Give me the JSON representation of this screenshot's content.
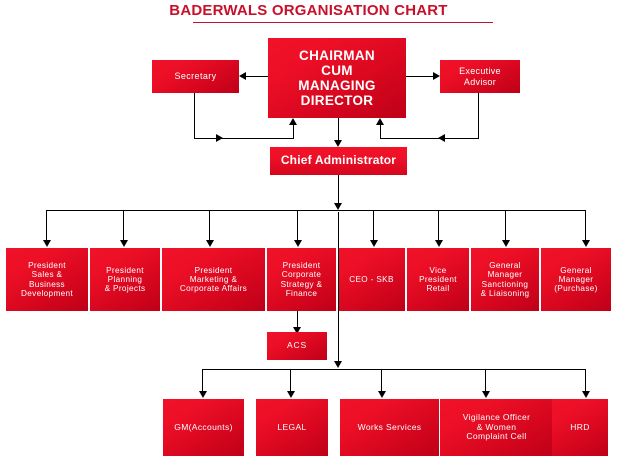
{
  "title": {
    "text": "BADERWALS ORGANISATION CHART",
    "color": "#C9102B",
    "underlined": "true"
  },
  "theme": {
    "node_fill_top": "#F21329",
    "node_fill_bottom": "#BE0018",
    "node_text_color": "#FFFFFF",
    "connector_color": "#000000",
    "background": "#FFFFFF"
  },
  "nodes": {
    "chairman": "CHAIRMAN\nCUM\nMANAGING\nDIRECTOR",
    "secretary": "Secretary",
    "executive_advisor": "Executive\nAdvisor",
    "chief_administrator": "Chief Administrator",
    "acs": "ACS"
  },
  "departments": [
    {
      "label": "President\nSales &\nBusiness\nDevelopment"
    },
    {
      "label": "President\nPlanning\n& Projects"
    },
    {
      "label": "President\nMarketing &\nCorporate Affairs"
    },
    {
      "label": "President\nCorporate\nStrategy &\nFinance"
    },
    {
      "label": "CEO - SKB"
    },
    {
      "label": "Vice\nPresident\nRetail"
    },
    {
      "label": "General\nManager\nSanctioning\n& Liaisoning"
    },
    {
      "label": "General\nManager\n(Purchase)"
    }
  ],
  "units": [
    {
      "label": "GM(Accounts)"
    },
    {
      "label": "LEGAL"
    },
    {
      "label": "Works Services"
    },
    {
      "label": "Vigilance Officer\n& Women\nComplaint Cell"
    },
    {
      "label": "HRD"
    }
  ],
  "connectors": {
    "chairman_to_secretary": "arrow-left",
    "chairman_to_executive_advisor": "arrow-right",
    "secretary_to_chairman_feedback": "arrow-up",
    "executive_advisor_to_chairman_feedback": "arrow-up",
    "chairman_to_chief_administrator": "arrow-down",
    "chief_administrator_to_departments": "bus-8",
    "corporate_strategy_to_acs": "arrow-down",
    "chief_administrator_to_units": "bus-5"
  }
}
